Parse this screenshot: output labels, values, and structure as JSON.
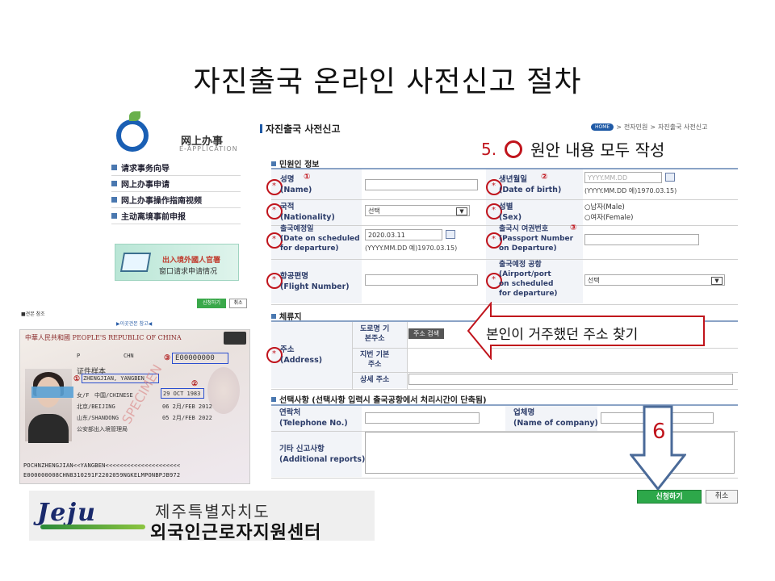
{
  "slide": {
    "title": "자진출국 온라인 사전신고 절차"
  },
  "eapp": {
    "logo_cn": "网上办事",
    "logo_en": "E-APPLICATION",
    "menu": [
      "请求事务向导",
      "网上办事申请",
      "网上办事操作指南视频",
      "主动离境事前申报"
    ],
    "banner_line1": "出入境外國人官署",
    "banner_line2": "窗口请求申请情况"
  },
  "passport": {
    "top_label": "■견본 참조",
    "top_mid": "▶이곳견본 참고◀",
    "btn_apply": "신청하기",
    "btn_cancel": "취소",
    "header": "中華人民共和國 PEOPLE'S REPUBLIC OF CHINA",
    "type": "P",
    "country": "CHN",
    "number": "E00000000",
    "name_cn": "证件样本",
    "name_latin": "ZHENGJIAN, YANGBEN",
    "sex": "女/F",
    "nationality": "中国/CHINESE",
    "dob": "29 OCT 1983",
    "birth_place": "北京/BEIJING",
    "issue_date": "06 2月/FEB 2012",
    "issue_place": "山东/SHANDONG",
    "expiry": "05 2月/FEB 2022",
    "authority": "公安部出入境管理局",
    "specimen": "SPECIMEN",
    "mrz1": "POCHNZHENGJIAN<<YANGBEN<<<<<<<<<<<<<<<<<<<<<",
    "mrz2": "E000000008CHN8310291F2202059NGKELMPONBPJB972",
    "marks": [
      "①",
      "②",
      "③"
    ]
  },
  "form": {
    "title": "자진출국 사전신고",
    "breadcrumb": [
      "HOME",
      ">",
      "전자민원",
      ">",
      "자진출국 사전신고"
    ],
    "note5_num": "5.",
    "note5_text": "원안 내용 모두 작성",
    "sec_applicant": "민원인 정보",
    "lbl_name": "성명\n(Name)",
    "lbl_dob": "생년월일\n(Date of birth)",
    "lbl_nationality": "국적\n(Nationality)",
    "lbl_sex": "성별\n(Sex)",
    "lbl_departure_date": "출국예정일\n(Date on scheduled\nfor departure)",
    "lbl_passport": "출국시 여권번호\n(Passport Number\non Departure)",
    "lbl_flight": "항공편명\n(Flight Number)",
    "lbl_airport": "출국예정 공항\n(Airport/port\non scheduled\nfor departure)",
    "dob_placeholder": "YYYY.MM.DD",
    "date_hint": "(YYYY.MM.DD 예)1970.03.15)",
    "nationality_value": "선택",
    "sex_male": "○남자(Male)",
    "sex_female": "○여자(Female)",
    "departure_value": "2020.03.11",
    "airport_value": "선택",
    "marks": [
      "①",
      "②",
      "③"
    ],
    "sec_residence": "체류지",
    "lbl_address": "주소\n(Address)",
    "lbl_road": "도로명 기\n본주소",
    "lbl_lot": "지번 기본\n주소",
    "lbl_detail": "상세 주소",
    "addr_button": "주소 검색",
    "callout": "본인이 거주했던 주소 찾기",
    "sec_optional": "선택사항 (선택사항 입력시 출국공항에서 처리시간이 단축됨)",
    "lbl_phone": "연락처\n(Telephone No.)",
    "lbl_company": "업체명\n(Name of company)",
    "lbl_other": "기타 신고사항\n(Additional reports)",
    "step6": "6",
    "btn_apply": "신청하기",
    "btn_cancel": "취소"
  },
  "footer": {
    "logo_mark": "Jeju",
    "line1": "제주특별자치도",
    "line2": "외국인근로자지원센터"
  },
  "colors": {
    "accent_red": "#c0141c",
    "brand_blue": "#1f5aa6",
    "apply_green": "#2da84a"
  }
}
